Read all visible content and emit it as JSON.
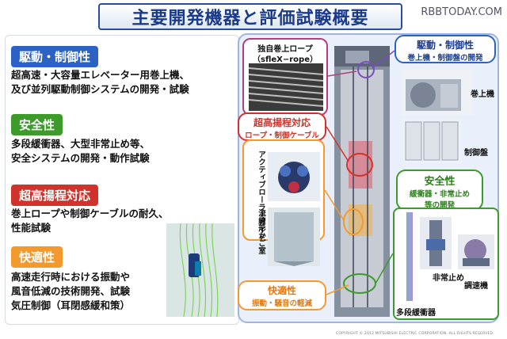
{
  "header": {
    "title": "主要開発機器と評価試験概要"
  },
  "watermark": "RBBTODAY.COM",
  "sections": [
    {
      "heading": "駆動・制御性",
      "lines": [
        "超高速・大容量エレベーター用巻上機、",
        "及び並列駆動制御システムの開発・試験"
      ]
    },
    {
      "heading": "安全性",
      "lines": [
        "多段緩衝器、大型非常止め等、",
        "安全システムの開発・動作試験"
      ]
    },
    {
      "heading": "超高揚程対応",
      "lines": [
        "巻上ロープや制御ケーブルの耐久、",
        "性能試験"
      ]
    },
    {
      "heading": "快適性",
      "lines": [
        "高速走行時における振動や",
        "風音低減の技術開発、試験",
        "気圧制御（耳閉感緩和策）"
      ]
    }
  ],
  "diagram": {
    "rope_label": "独自巻上ロープ",
    "rope_sub": "（sfleX−rope）",
    "high_rise_title": "超高揚程対応",
    "high_rise_sub": "ロープ・制御ケーブル",
    "drive_title": "駆動・制御性",
    "drive_sub": "巻上機・制御盤の開発",
    "hoist_label": "巻上機",
    "panel_label": "制御盤",
    "active_guide": "アクティブローラーガイド",
    "streamlined_car": "流線形かご室",
    "safety_title": "安全性",
    "safety_sub1": "緩衝器・非常止め",
    "safety_sub2": "等の開発",
    "emergency_stop": "非常止め",
    "governor": "調速機",
    "buffer": "多段緩衝器",
    "comfort_title": "快適性",
    "comfort_sub": "振動・騒音の軽減"
  },
  "copyright": "COPYRIGHT © 2012 MITSUBISHI ELECTRIC CORPORATION. ALL RIGHTS RESERVED."
}
